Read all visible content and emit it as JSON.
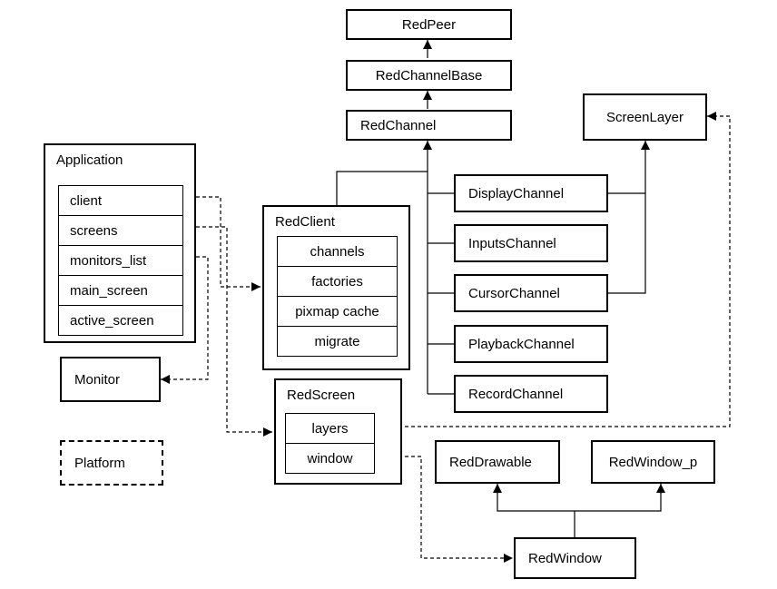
{
  "classes": {
    "red_peer": "RedPeer",
    "red_channel_base": "RedChannelBase",
    "red_channel": "RedChannel",
    "screen_layer": "ScreenLayer",
    "display_channel": "DisplayChannel",
    "inputs_channel": "InputsChannel",
    "cursor_channel": "CursorChannel",
    "playback_channel": "PlaybackChannel",
    "record_channel": "RecordChannel",
    "monitor": "Monitor",
    "platform": "Platform",
    "red_drawable": "RedDrawable",
    "red_window_p": "RedWindow_p",
    "red_window": "RedWindow"
  },
  "application": {
    "title": "Application",
    "fields": [
      "client",
      "screens",
      "monitors_list",
      "main_screen",
      "active_screen"
    ]
  },
  "red_client": {
    "title": "RedClient",
    "fields": [
      "channels",
      "factories",
      "pixmap cache",
      "migrate"
    ]
  },
  "red_screen": {
    "title": "RedScreen",
    "fields": [
      "layers",
      "window"
    ]
  }
}
